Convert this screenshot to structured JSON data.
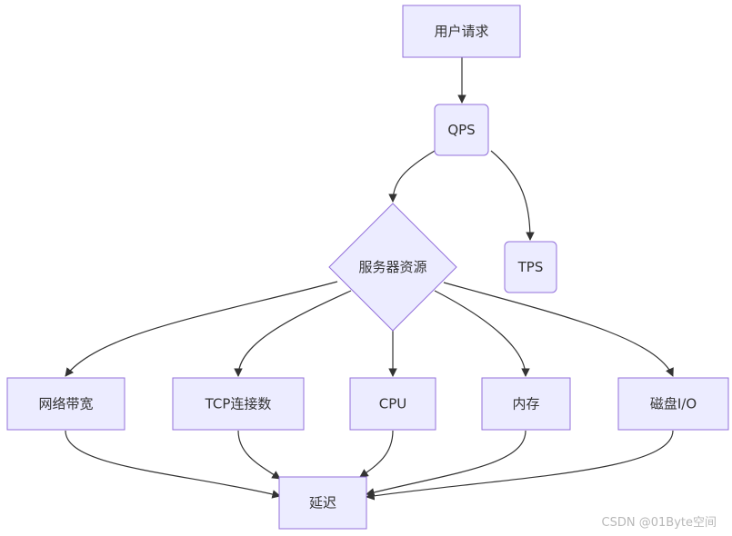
{
  "nodes": {
    "user_request": "用户请求",
    "qps": "QPS",
    "tps": "TPS",
    "server_resources": "服务器资源",
    "bandwidth": "网络带宽",
    "tcp_connections": "TCP连接数",
    "cpu": "CPU",
    "memory": "内存",
    "disk_io": "磁盘I/O",
    "latency": "延迟"
  },
  "watermark": "CSDN @01Byte空间",
  "colors": {
    "node_fill": "#ececff",
    "node_stroke": "#9370db",
    "edge": "#333333",
    "text": "#333333"
  }
}
